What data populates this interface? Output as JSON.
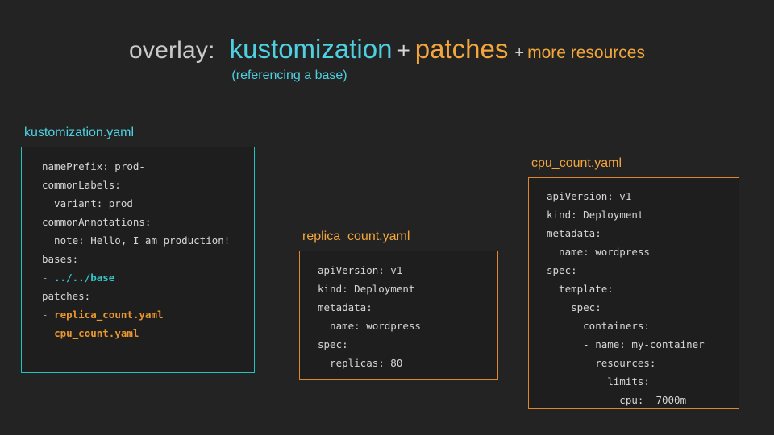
{
  "header": {
    "label_overlay": "overlay:",
    "word_kustomization": "kustomization",
    "plus1": "+",
    "word_patches": "patches",
    "plus2": "+",
    "word_more": "more resources",
    "subtitle": "(referencing a base)",
    "colors": {
      "grey": "#c9c9c9",
      "cyan": "#4fd0e0",
      "orange": "#f2a63c"
    }
  },
  "cards": {
    "kustomization": {
      "label": "kustomization.yaml",
      "accent": "#1fc6c0",
      "label_color": "#4fd0e0",
      "lines": [
        {
          "text": "namePrefix: prod-"
        },
        {
          "text": "commonLabels:"
        },
        {
          "text": "  variant: prod"
        },
        {
          "text": "commonAnnotations:"
        },
        {
          "text": "  note: Hello, I am production!"
        },
        {
          "text": "bases:"
        },
        {
          "dash": "- ",
          "value": "../../base",
          "style": "cyan"
        },
        {
          "text": "patches:"
        },
        {
          "dash": "- ",
          "value": "replica_count.yaml",
          "style": "orange"
        },
        {
          "dash": "- ",
          "value": "cpu_count.yaml",
          "style": "orange"
        }
      ]
    },
    "replica_count": {
      "label": "replica_count.yaml",
      "accent": "#e0872b",
      "label_color": "#f2a63c",
      "lines": [
        {
          "text": "apiVersion: v1"
        },
        {
          "text": "kind: Deployment"
        },
        {
          "text": "metadata:"
        },
        {
          "text": "  name: wordpress"
        },
        {
          "text": "spec:"
        },
        {
          "text": "  replicas: 80"
        }
      ]
    },
    "cpu_count": {
      "label": "cpu_count.yaml",
      "accent": "#e0872b",
      "label_color": "#f2a63c",
      "lines": [
        {
          "text": "apiVersion: v1"
        },
        {
          "text": "kind: Deployment"
        },
        {
          "text": "metadata:"
        },
        {
          "text": "  name: wordpress"
        },
        {
          "text": "spec:"
        },
        {
          "text": "  template:"
        },
        {
          "text": "    spec:"
        },
        {
          "text": "      containers:"
        },
        {
          "text": "      - name: my-container"
        },
        {
          "text": "        resources:"
        },
        {
          "text": "          limits:"
        },
        {
          "text": "            cpu:  7000m"
        }
      ]
    }
  },
  "background": "#232323"
}
